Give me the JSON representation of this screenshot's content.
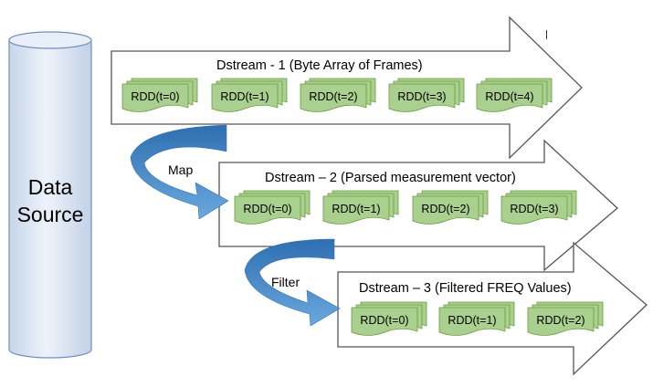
{
  "source": {
    "line1": "Data",
    "line2": "Source"
  },
  "colors": {
    "cylinder_fill": "#dfe8f4",
    "cylinder_stroke": "#5b7fb3",
    "rdd_fill": "#a9d08e",
    "rdd_stroke": "#6b9a3f",
    "curve": "#4a89c8",
    "arrow_stroke": "#555555"
  },
  "streams": [
    {
      "title": "Dstream - 1 (Byte Array of Frames)",
      "rdds": [
        "RDD(t=0)",
        "RDD(t=1)",
        "RDD(t=2)",
        "RDD(t=3)",
        "RDD(t=4)"
      ]
    },
    {
      "title": "Dstream – 2 (Parsed measurement vector)",
      "rdds": [
        "RDD(t=0)",
        "RDD(t=1)",
        "RDD(t=2)",
        "RDD(t=3)"
      ]
    },
    {
      "title": "Dstream – 3 (Filtered FREQ Values)",
      "rdds": [
        "RDD(t=0)",
        "RDD(t=1)",
        "RDD(t=2)"
      ]
    }
  ],
  "operations": {
    "map": "Map",
    "filter": "Filter"
  }
}
